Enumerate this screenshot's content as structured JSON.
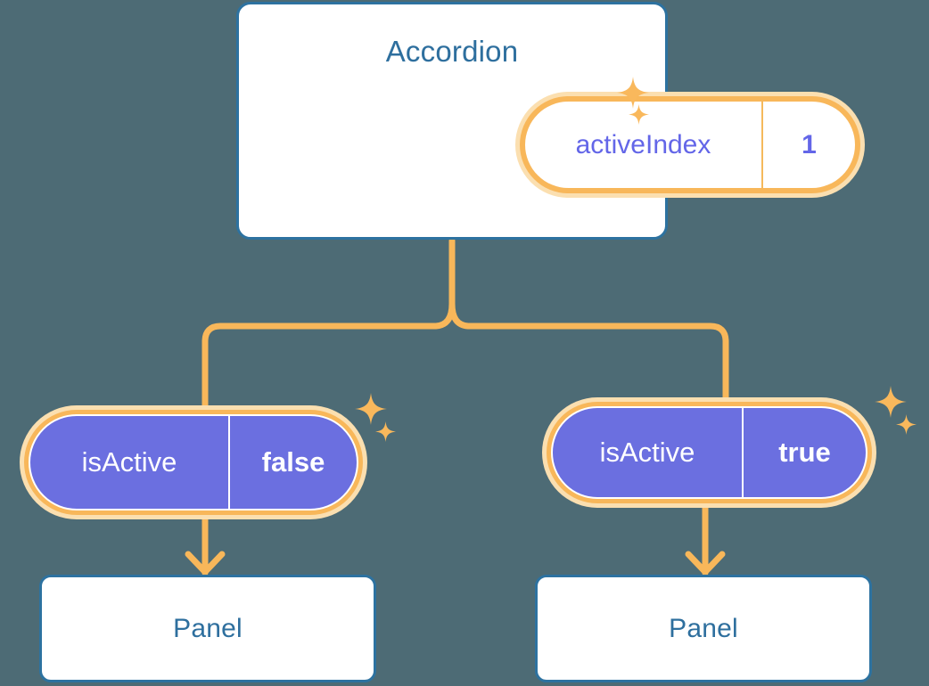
{
  "background_color": "#4d6b75",
  "palette": {
    "card_border": "#2d72a0",
    "title_text": "#2e6f9e",
    "ring_orange": "#f8b75a",
    "ring_peach": "#fbdfb0",
    "pill_purple": "#6b6fe0",
    "key_text_purple": "#6366e8",
    "wire_orange": "#f8b75a",
    "sparkle_orange": "#f9b85c"
  },
  "diagram": {
    "type": "component-state-tree",
    "root": {
      "title": "Accordion",
      "state": {
        "key": "activeIndex",
        "value": "1"
      }
    },
    "children": [
      {
        "state": {
          "key": "isActive",
          "value": "false"
        },
        "child": {
          "title": "Panel"
        }
      },
      {
        "state": {
          "key": "isActive",
          "value": "true"
        },
        "child": {
          "title": "Panel"
        }
      }
    ]
  },
  "icons": {
    "sparkle": "sparkle-icon",
    "arrow_down": "arrow-down-icon"
  }
}
